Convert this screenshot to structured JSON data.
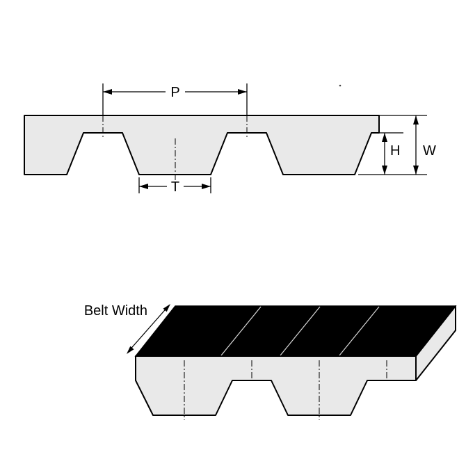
{
  "top_view": {
    "pitch_label": "P",
    "tooth_width_label": "T",
    "tooth_height_label": "H",
    "belt_thickness_label": "W"
  },
  "perspective_view": {
    "belt_width_label": "Belt Width"
  },
  "colors": {
    "belt_fill": "#e9e9e9",
    "outline": "#000000",
    "belt_top_surface": "#000000",
    "background": "#ffffff"
  }
}
